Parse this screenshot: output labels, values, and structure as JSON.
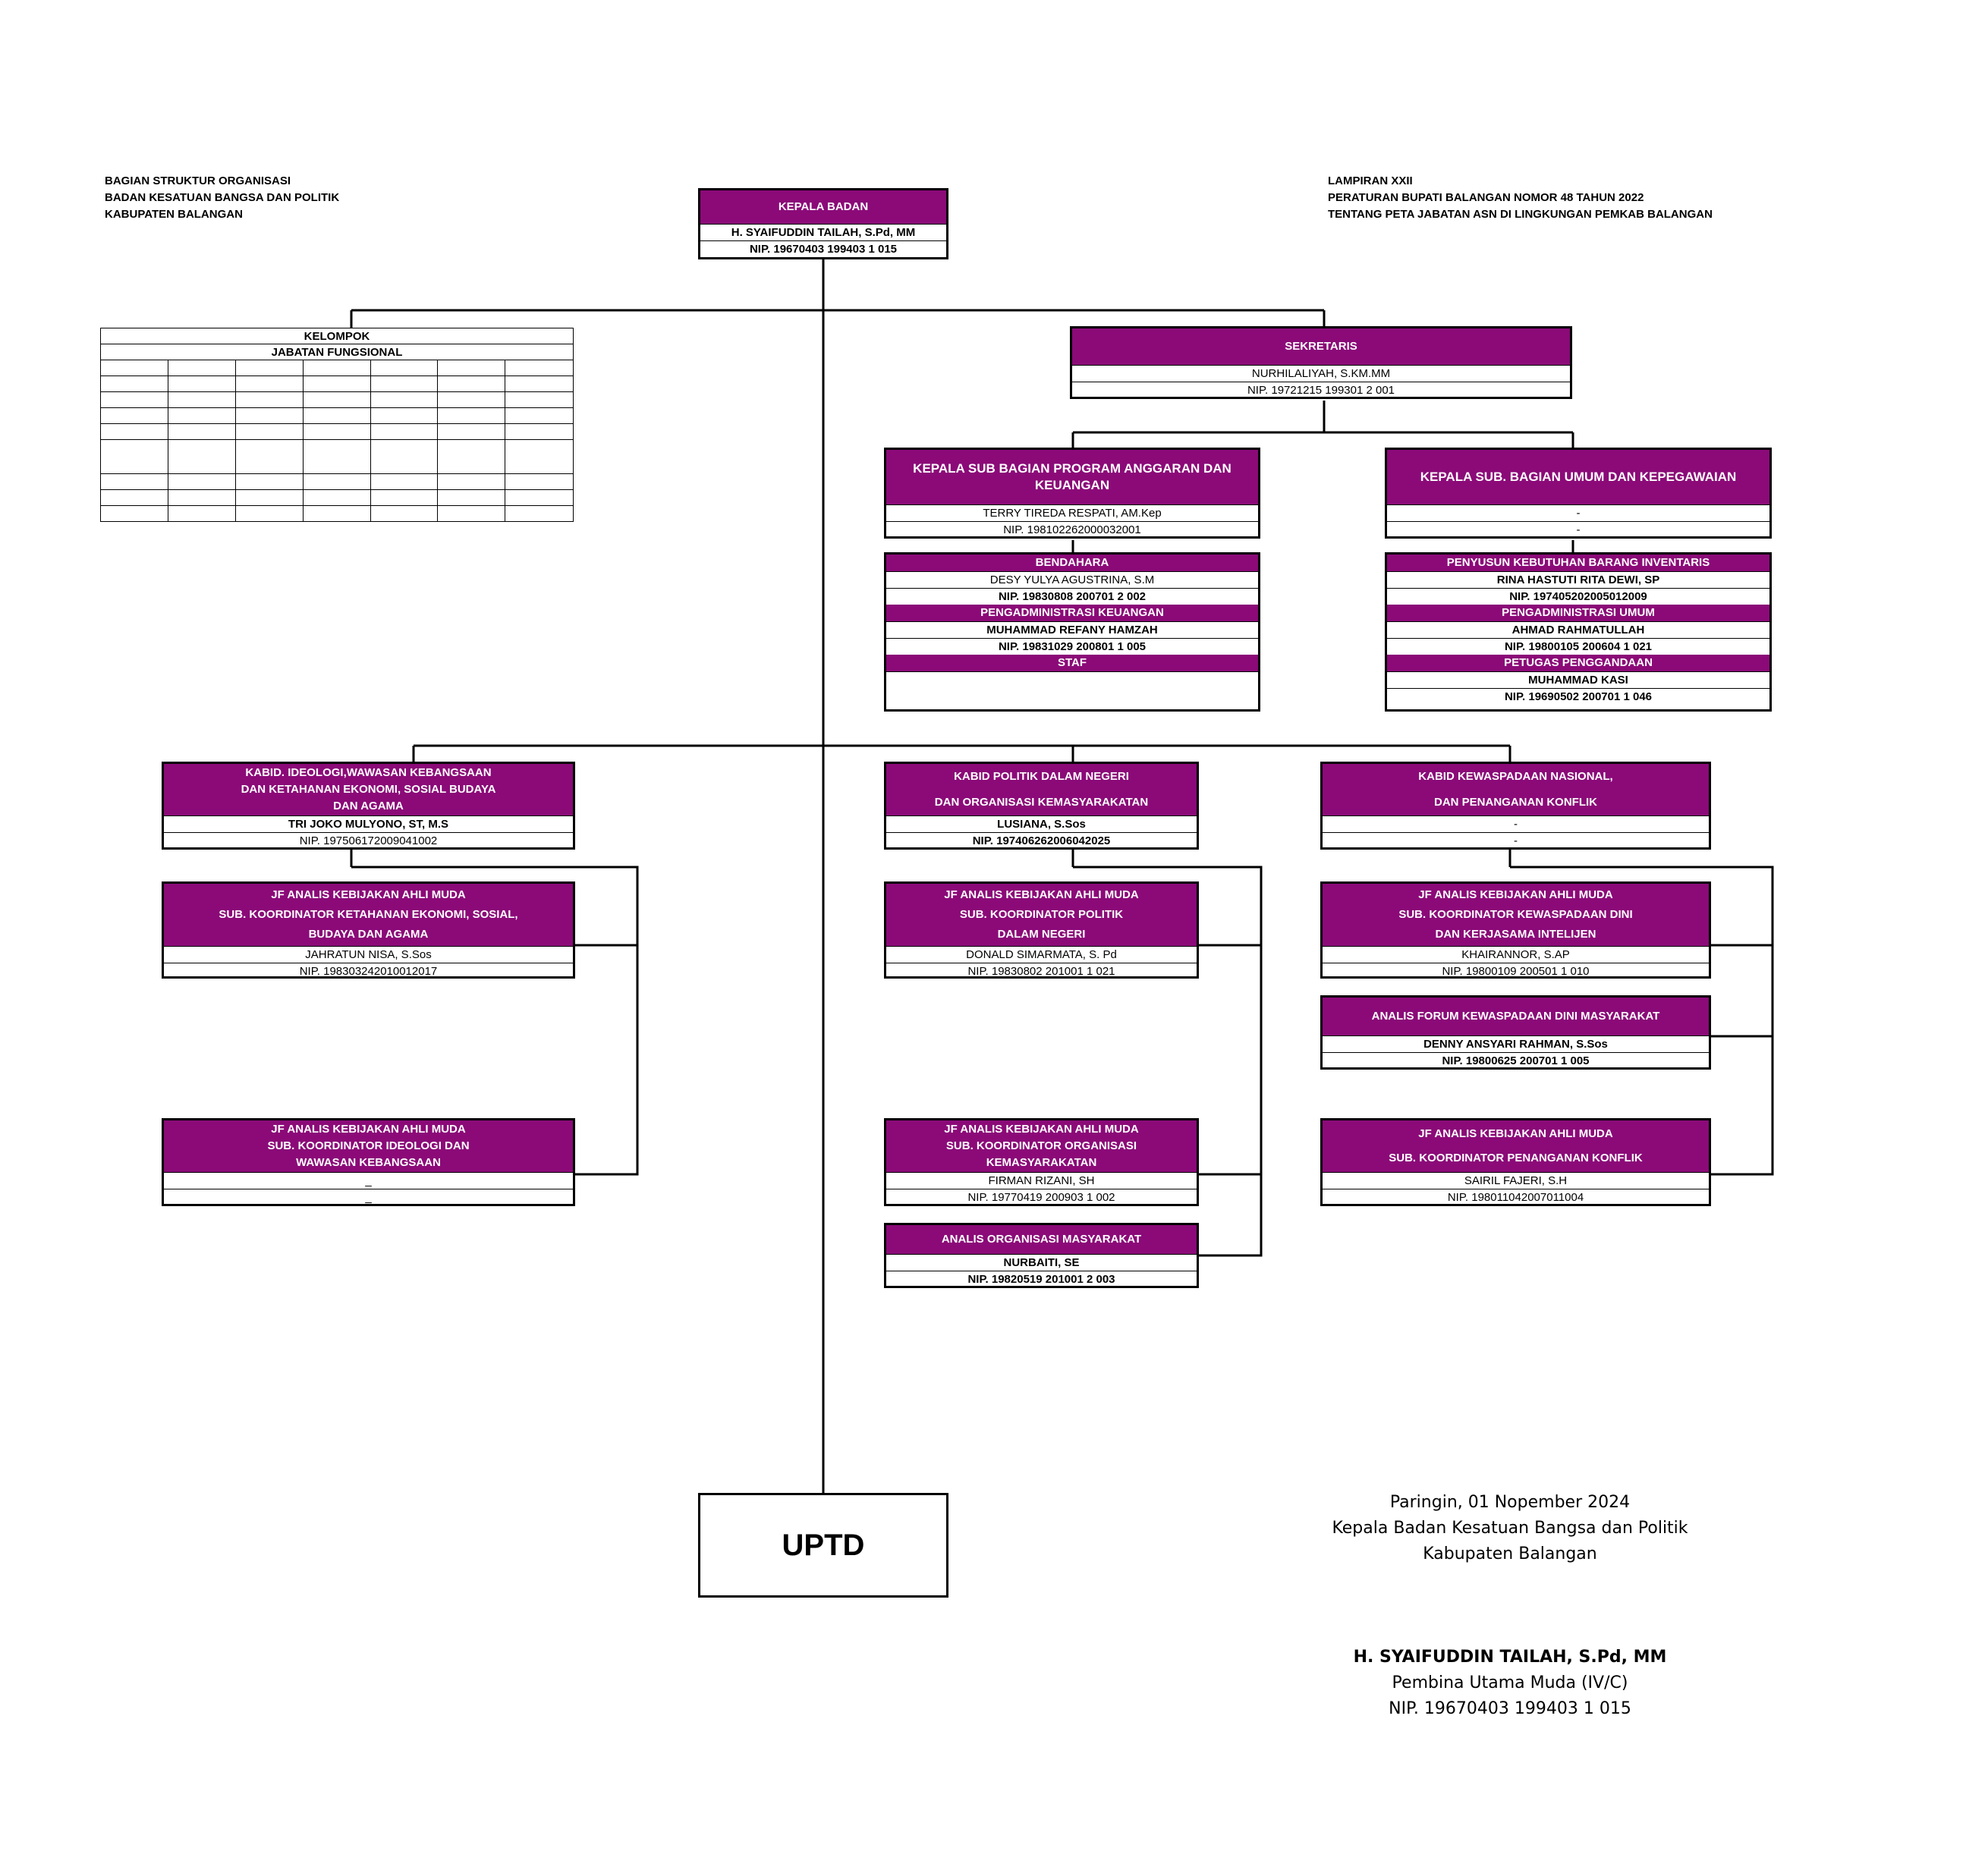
{
  "header_left": [
    "BAGIAN STRUKTUR ORGANISASI",
    "BADAN KESATUAN BANGSA DAN POLITIK",
    "KABUPATEN BALANGAN"
  ],
  "header_right": [
    "LAMPIRAN XXII",
    "PERATURAN BUPATI BALANGAN NOMOR 48 TAHUN 2022",
    "TENTANG PETA JABATAN ASN DI LINGKUNGAN PEMKAB BALANGAN"
  ],
  "colors": {
    "header_fill": "#8b0a78",
    "header_text": "#ffffff",
    "line": "#000000"
  },
  "jabatan_fungsional": {
    "title1": "KELOMPOK",
    "title2": "JABATAN FUNGSIONAL"
  },
  "kepala": {
    "title": "KEPALA BADAN",
    "name": "H. SYAIFUDDIN TAILAH, S.Pd, MM",
    "nip": "NIP. 19670403 199403 1 015"
  },
  "sekretaris": {
    "title": "SEKRETARIS",
    "name": "NURHILALIYAH, S.KM.MM",
    "nip": "NIP. 19721215 199301 2 001"
  },
  "subbag_program": {
    "title": [
      "KEPALA SUB BAGIAN PROGRAM ANGGARAN DAN",
      "KEUANGAN"
    ],
    "name": "TERRY TIREDA RESPATI, AM.Kep",
    "nip": "NIP. 198102262000032001",
    "staff": [
      {
        "title": "BENDAHARA",
        "name": "DESY YULYA AGUSTRINA, S.M",
        "nip": "NIP. 19830808 200701 2 002"
      },
      {
        "title": "PENGADMINISTRASI KEUANGAN",
        "name": "MUHAMMAD REFANY HAMZAH",
        "nip": "NIP. 19831029 200801 1 005"
      },
      {
        "title": "STAF",
        "name": "",
        "nip": ""
      }
    ]
  },
  "subbag_umum": {
    "title": [
      "KEPALA SUB. BAGIAN UMUM DAN KEPEGAWAIAN"
    ],
    "name": "-",
    "nip": "-",
    "staff": [
      {
        "title": "PENYUSUN KEBUTUHAN BARANG INVENTARIS",
        "name": "RINA HASTUTI RITA DEWI, SP",
        "nip": "NIP. 197405202005012009"
      },
      {
        "title": "PENGADMINISTRASI UMUM",
        "name": "AHMAD RAHMATULLAH",
        "nip": "NIP. 19800105 200604 1 021"
      },
      {
        "title": "PETUGAS PENGGANDAAN",
        "name": "MUHAMMAD KASI",
        "nip": "NIP. 19690502 200701 1 046"
      }
    ]
  },
  "bidang1": {
    "kabid": {
      "title": [
        "KABID. IDEOLOGI,WAWASAN KEBANGSAAN",
        "DAN KETAHANAN EKONOMI, SOSIAL BUDAYA",
        "DAN AGAMA"
      ],
      "name": "TRI JOKO MULYONO, ST, M.S",
      "nip": "NIP. 197506172009041002"
    },
    "jf1": {
      "title": [
        "JF ANALIS KEBIJAKAN AHLI MUDA",
        "SUB. KOORDINATOR KETAHANAN EKONOMI, SOSIAL,",
        "BUDAYA  DAN AGAMA"
      ],
      "name": "JAHRATUN NISA, S.Sos",
      "nip": "NIP. 198303242010012017"
    },
    "jf2": {
      "title": [
        "JF ANALIS KEBIJAKAN AHLI MUDA",
        "SUB. KOORDINATOR IDEOLOGI DAN",
        "WAWASAN KEBANGSAAN"
      ],
      "name": "_",
      "nip": "_"
    }
  },
  "bidang2": {
    "kabid": {
      "title": [
        "KABID POLITIK DALAM NEGERI",
        "DAN ORGANISASI KEMASYARAKATAN"
      ],
      "name": "LUSIANA, S.Sos",
      "nip": "NIP. 197406262006042025"
    },
    "jf1": {
      "title": [
        "JF ANALIS KEBIJAKAN AHLI MUDA",
        "SUB. KOORDINATOR POLITIK",
        "DALAM NEGERI"
      ],
      "name": "DONALD SIMARMATA, S. Pd",
      "nip": "NIP. 19830802 201001 1 021"
    },
    "jf2": {
      "title": [
        "JF ANALIS KEBIJAKAN AHLI MUDA",
        "SUB. KOORDINATOR ORGANISASI",
        "KEMASYARAKATAN"
      ],
      "name": "FIRMAN RIZANI, SH",
      "nip": "NIP. 19770419 200903 1 002"
    },
    "analis": {
      "title": [
        "ANALIS ORGANISASI MASYARAKAT"
      ],
      "name": "NURBAITI, SE",
      "nip": "NIP. 19820519 201001 2 003"
    }
  },
  "bidang3": {
    "kabid": {
      "title": [
        "KABID KEWASPADAAN NASIONAL,",
        "DAN PENANGANAN KONFLIK"
      ],
      "name": "-",
      "nip": "-"
    },
    "jf1": {
      "title": [
        "JF ANALIS KEBIJAKAN AHLI MUDA",
        "SUB. KOORDINATOR  KEWASPADAAN DINI",
        "DAN KERJASAMA INTELIJEN"
      ],
      "name": "KHAIRANNOR, S.AP",
      "nip": "NIP. 19800109 200501 1 010"
    },
    "analis": {
      "title": [
        "ANALIS FORUM KEWASPADAAN DINI MASYARAKAT"
      ],
      "name": "DENNY ANSYARI RAHMAN, S.Sos",
      "nip": "NIP. 19800625 200701 1 005"
    },
    "jf2": {
      "title": [
        "JF ANALIS KEBIJAKAN AHLI MUDA",
        "SUB. KOORDINATOR PENANGANAN KONFLIK"
      ],
      "name": "SAIRIL FAJERI, S.H",
      "nip": "NIP.  198011042007011004"
    }
  },
  "uptd": "UPTD",
  "signature": {
    "place_date": "Paringin,   01  Nopember  2024",
    "position1": "Kepala Badan Kesatuan Bangsa dan Politik",
    "position2": "Kabupaten Balangan",
    "name": "H. SYAIFUDDIN TAILAH, S.Pd, MM",
    "rank": "Pembina Utama Muda (IV/C)",
    "nip": "NIP. 19670403 199403 1 015"
  }
}
